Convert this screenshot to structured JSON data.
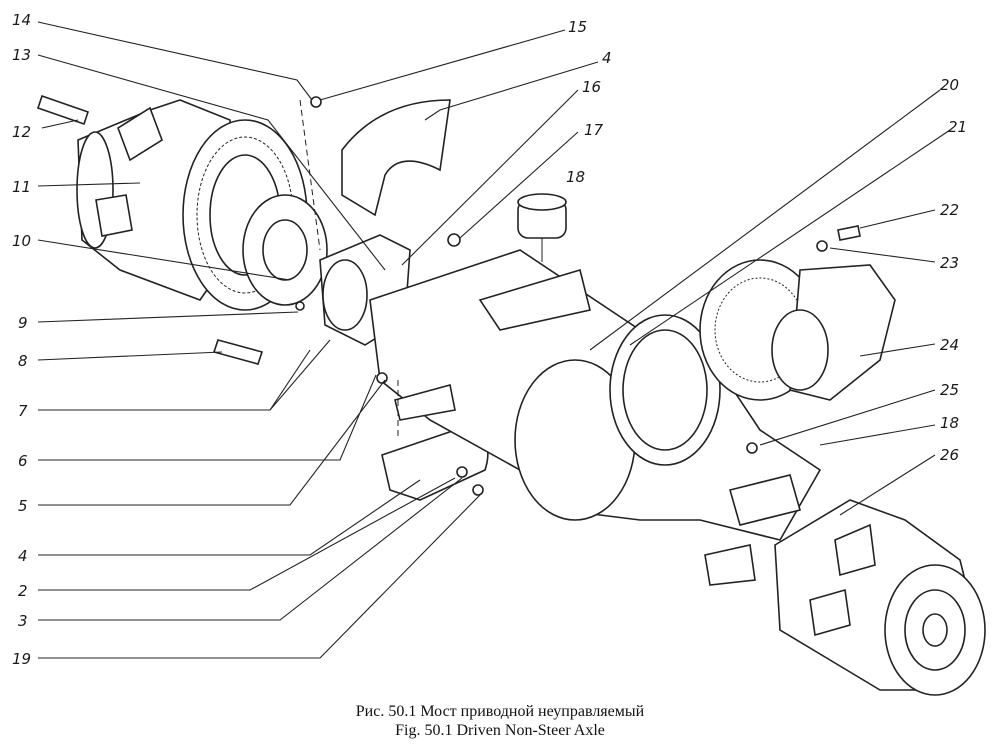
{
  "caption": {
    "ru": "Рис. 50.1 Мост приводной неуправляемый",
    "en": "Fig. 50.1 Driven Non-Steer Axle"
  },
  "callouts": [
    {
      "id": "c14",
      "label": "14"
    },
    {
      "id": "c15",
      "label": "15"
    },
    {
      "id": "c13",
      "label": "13"
    },
    {
      "id": "c4a",
      "label": "4"
    },
    {
      "id": "c16",
      "label": "16"
    },
    {
      "id": "c20",
      "label": "20"
    },
    {
      "id": "c12",
      "label": "12"
    },
    {
      "id": "c21",
      "label": "21"
    },
    {
      "id": "c17",
      "label": "17"
    },
    {
      "id": "c18a",
      "label": "18"
    },
    {
      "id": "c11",
      "label": "11"
    },
    {
      "id": "c22",
      "label": "22"
    },
    {
      "id": "c10",
      "label": "10"
    },
    {
      "id": "c23",
      "label": "23"
    },
    {
      "id": "c9",
      "label": "9"
    },
    {
      "id": "c24",
      "label": "24"
    },
    {
      "id": "c8",
      "label": "8"
    },
    {
      "id": "c25",
      "label": "25"
    },
    {
      "id": "c7",
      "label": "7"
    },
    {
      "id": "c18b",
      "label": "18"
    },
    {
      "id": "c26",
      "label": "26"
    },
    {
      "id": "c6",
      "label": "6"
    },
    {
      "id": "c5",
      "label": "5"
    },
    {
      "id": "c4b",
      "label": "4"
    },
    {
      "id": "c2",
      "label": "2"
    },
    {
      "id": "c3",
      "label": "3"
    },
    {
      "id": "c19",
      "label": "19"
    }
  ]
}
